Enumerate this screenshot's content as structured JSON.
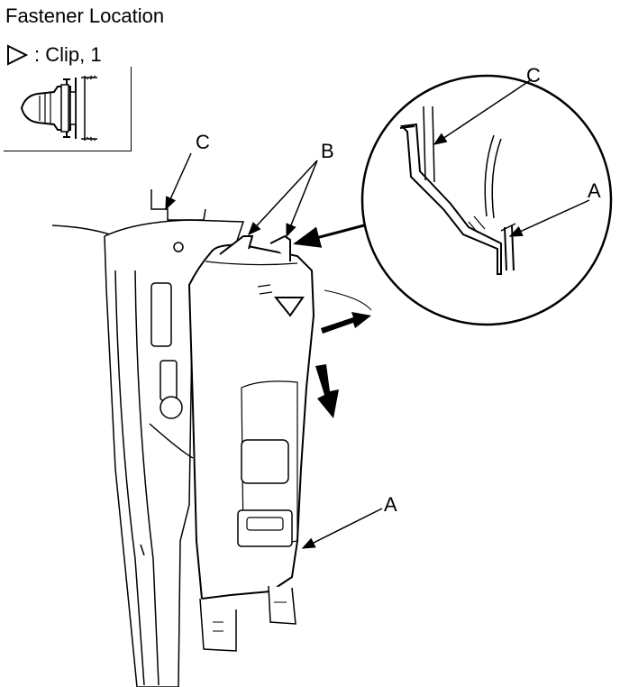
{
  "title": "Fastener Location",
  "legend": {
    "symbol": "triangle-outline-icon",
    "text": ": Clip, 1"
  },
  "callouts": {
    "c_top": "C",
    "b": "B",
    "c_detail": "C",
    "a_detail": "A",
    "a_bottom": "A"
  }
}
